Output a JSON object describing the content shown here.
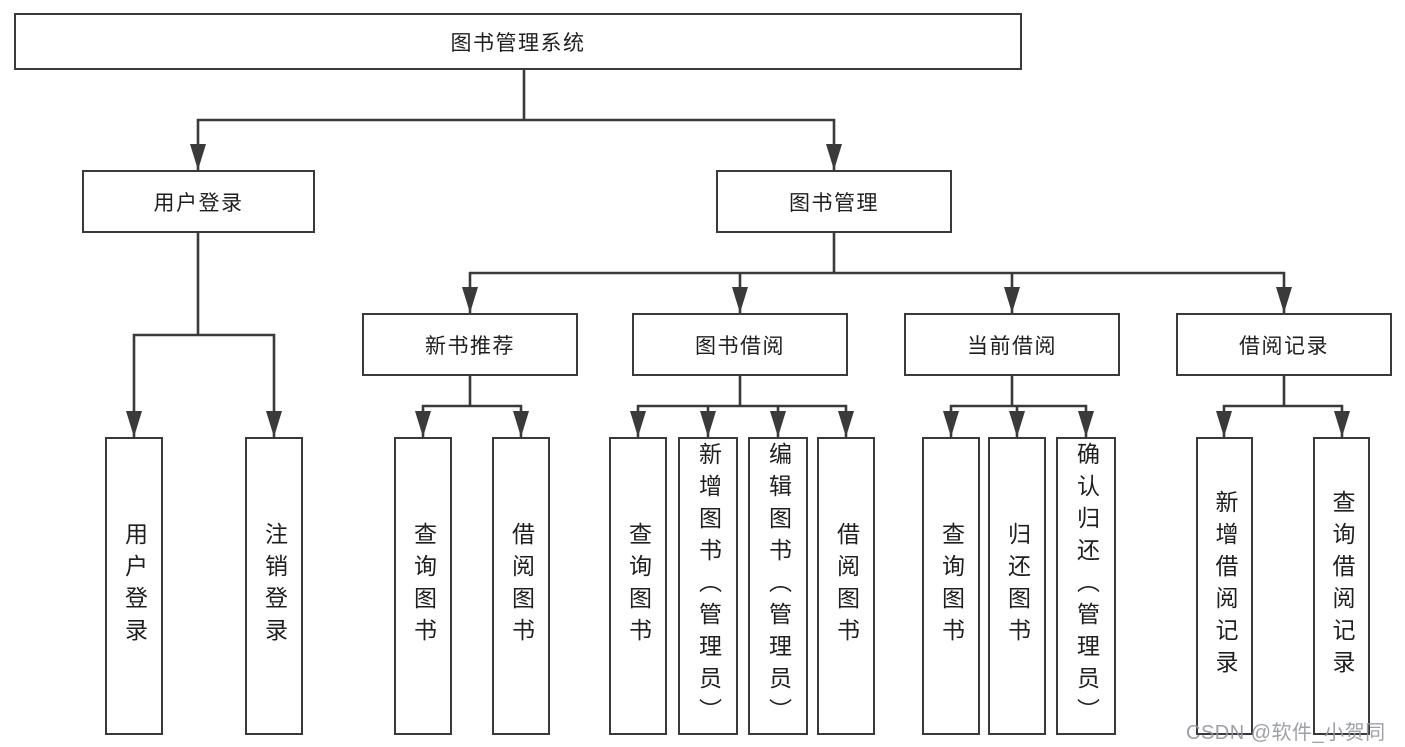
{
  "colors": {
    "line": "#3a3a3a",
    "box_border": "#3a3a3a",
    "text": "#1f1f1f",
    "watermark": "#9698a2",
    "background": "#ffffff"
  },
  "tree": {
    "label": "图书管理系统",
    "children": [
      {
        "label": "用户登录",
        "children": [
          {
            "label": "用户登录"
          },
          {
            "label": "注销登录"
          }
        ]
      },
      {
        "label": "图书管理",
        "children": [
          {
            "label": "新书推荐",
            "children": [
              {
                "label": "查询图书"
              },
              {
                "label": "借阅图书"
              }
            ]
          },
          {
            "label": "图书借阅",
            "children": [
              {
                "label": "查询图书"
              },
              {
                "label": "新增图书（管理员）"
              },
              {
                "label": "编辑图书（管理员）"
              },
              {
                "label": "借阅图书"
              }
            ]
          },
          {
            "label": "当前借阅",
            "children": [
              {
                "label": "查询图书"
              },
              {
                "label": "归还图书"
              },
              {
                "label": "确认归还（管理员）"
              }
            ]
          },
          {
            "label": "借阅记录",
            "children": [
              {
                "label": "新增借阅记录"
              },
              {
                "label": "查询借阅记录"
              }
            ]
          }
        ]
      }
    ]
  },
  "watermark": {
    "text": "CSDN @软件_小贺同学"
  }
}
